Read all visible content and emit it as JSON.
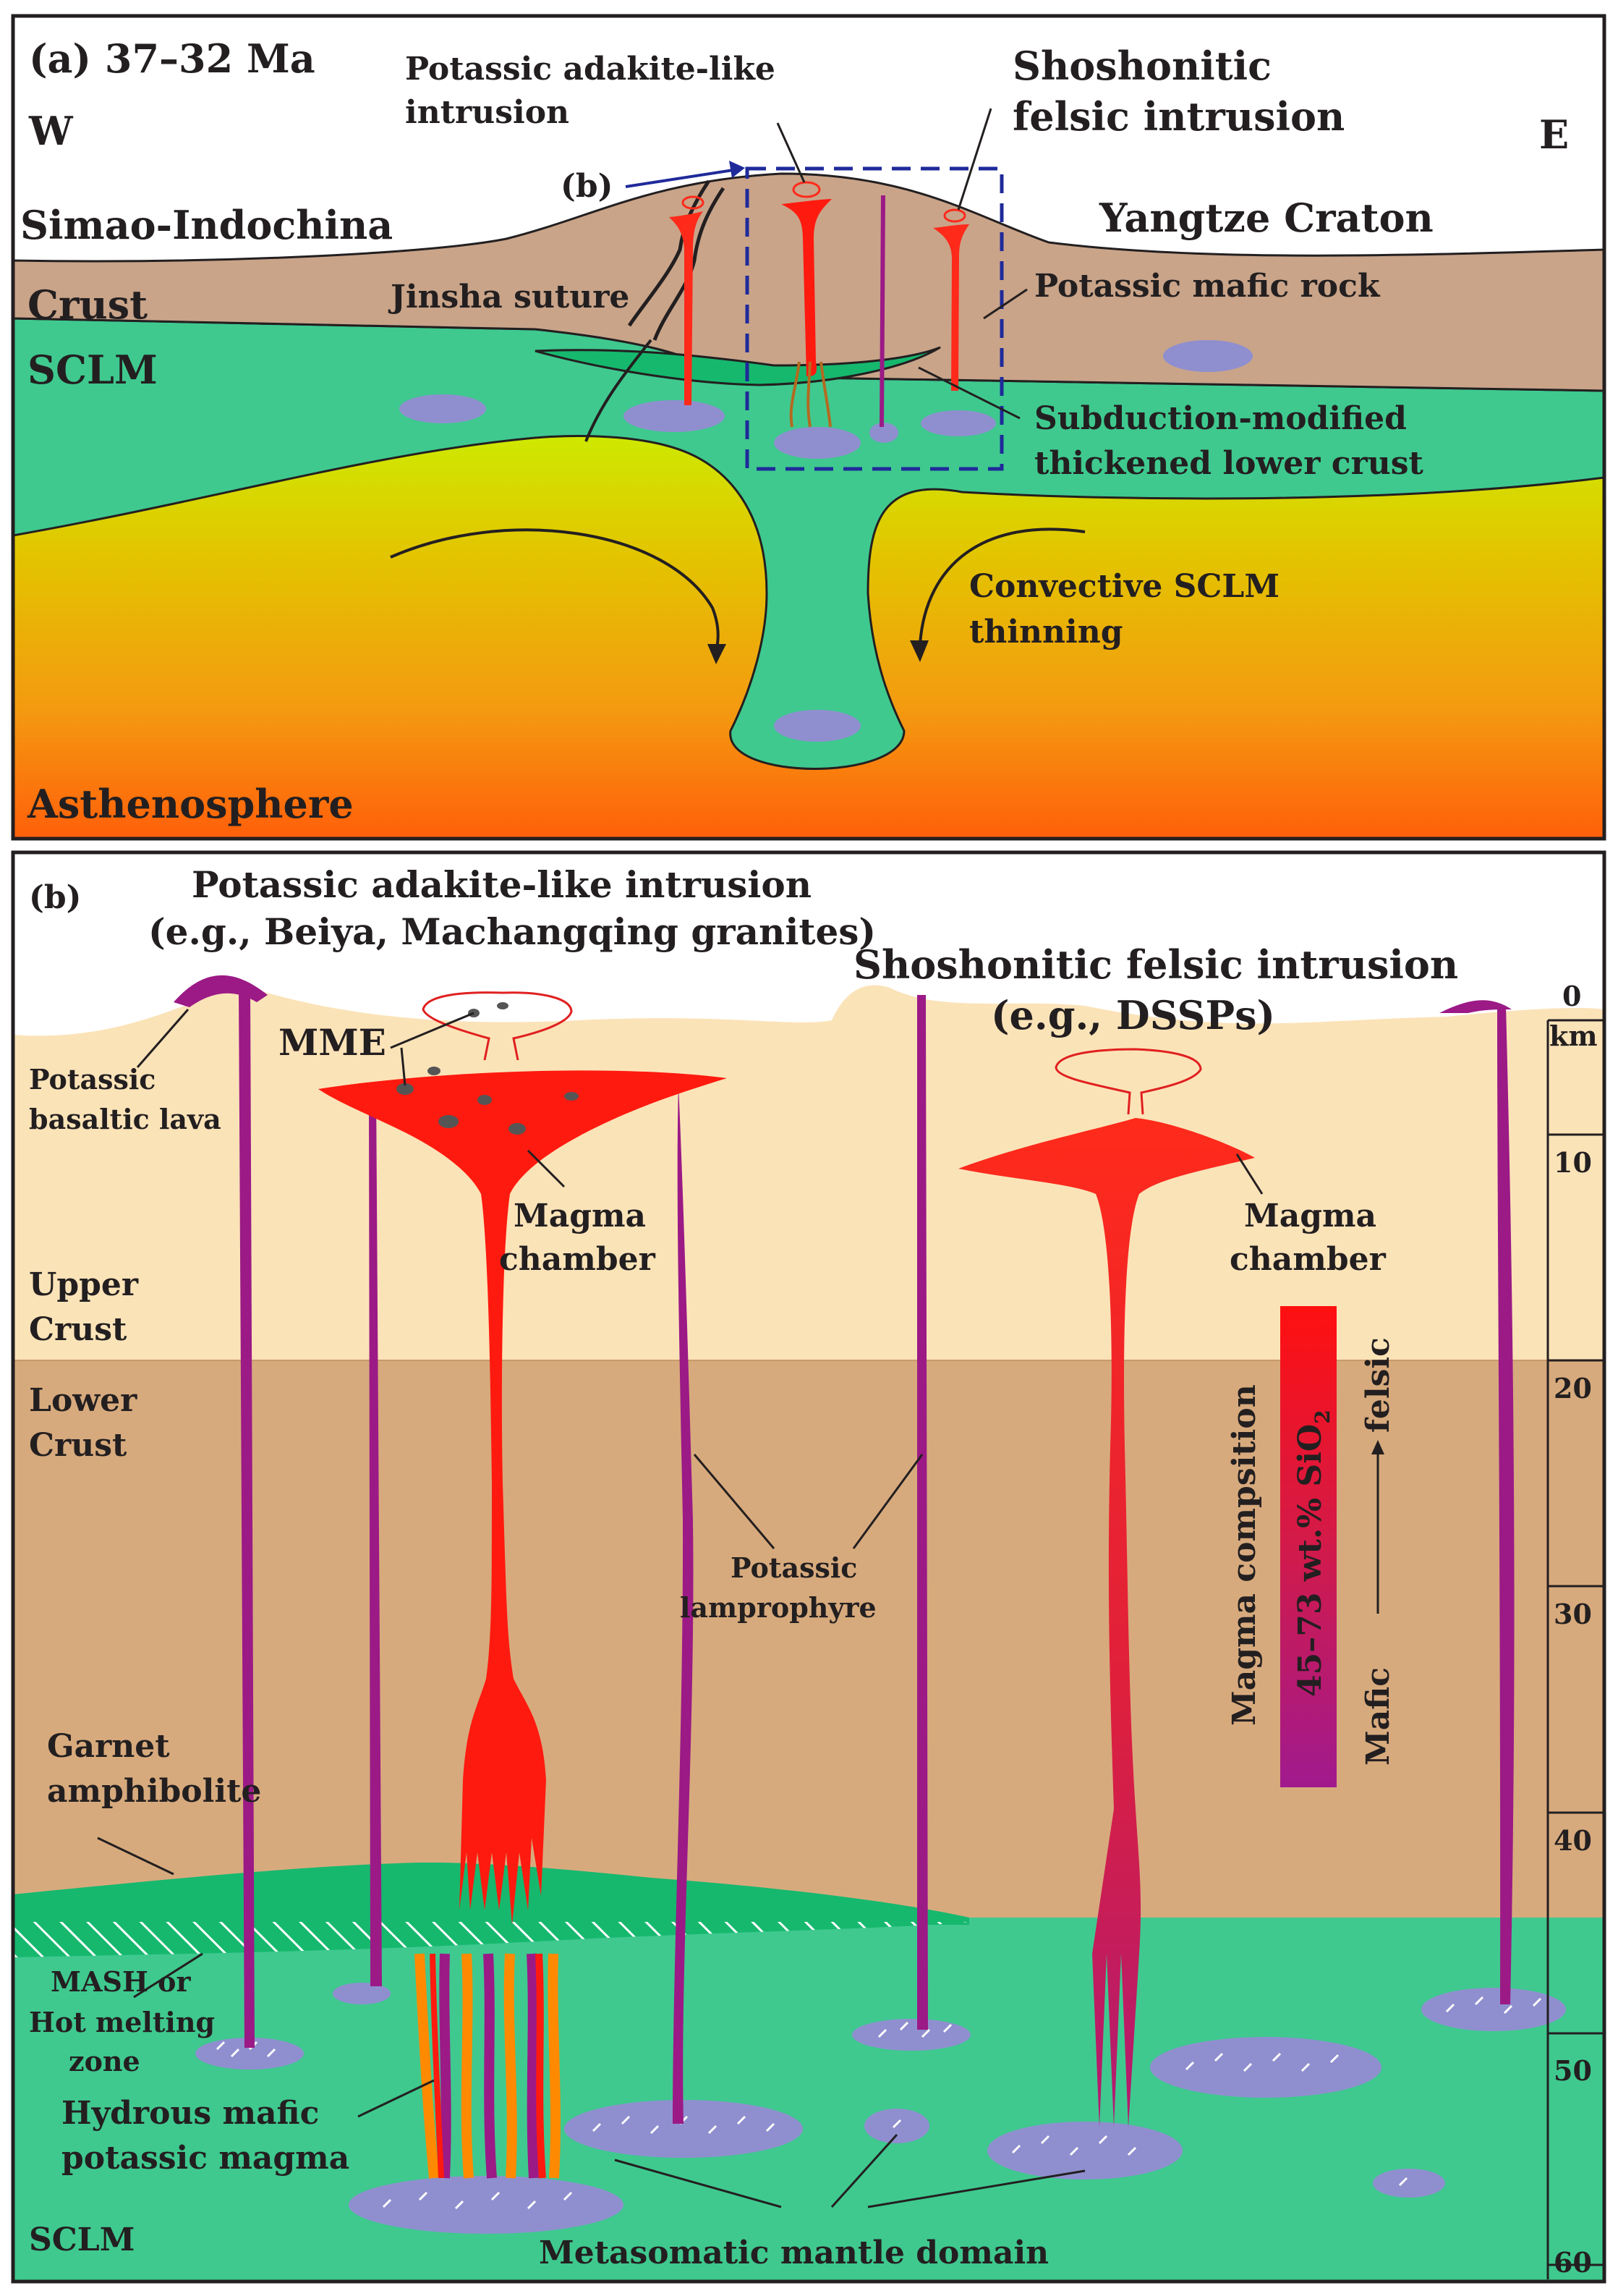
{
  "panel_a": {
    "label": "(a) 37–32 Ma",
    "west": "W",
    "east": "E",
    "left_block": "Simao-Indochina",
    "right_block": "Yangtze Craton",
    "crust": "Crust",
    "sclm": "SCLM",
    "asthenosphere": "Asthenosphere",
    "adakite_line1": "Potassic adakite-like",
    "adakite_line2": "intrusion",
    "shosh_line1": "Shoshonitic",
    "shosh_line2": "felsic intrusion",
    "b_marker": "(b)",
    "jinsha": "Jinsha suture",
    "mafic_rock": "Potassic mafic rock",
    "lower_crust_line1": "Subduction-modified",
    "lower_crust_line2": "thickened lower crust",
    "convective_line1": "Convective SCLM",
    "convective_line2": "thinning"
  },
  "panel_b": {
    "label": "(b)",
    "adakite_title_line1": "Potassic adakite-like intrusion",
    "adakite_title_line2": "(e.g., Beiya, Machangqing granites)",
    "shosh_title_line1": "Shoshonitic felsic intrusion",
    "shosh_title_line2": "(e.g., DSSPs)",
    "mme": "MME",
    "lava_line1": "Potassic",
    "lava_line2": "basaltic lava",
    "chamber_left_line1": "Magma",
    "chamber_left_line2": "chamber",
    "chamber_right_line1": "Magma",
    "chamber_right_line2": "chamber",
    "upper_crust_line1": "Upper",
    "upper_crust_line2": "Crust",
    "lower_crust_line1": "Lower",
    "lower_crust_line2": "Crust",
    "lamprophyre_line1": "Potassic",
    "lamprophyre_line2": "lamprophyre",
    "garnet_line1": "Garnet",
    "garnet_line2": "amphibolite",
    "mash_line1": "MASH or",
    "mash_line2": "Hot melting",
    "mash_line3": "zone",
    "hydrous_line1": "Hydrous mafic",
    "hydrous_line2": "potassic magma",
    "sclm": "SCLM",
    "metasomatic": "Metasomatic mantle domain",
    "legend_title": "Magma compsition",
    "legend_range_main": "45–73 wt.% SiO",
    "legend_range_sub": "2",
    "legend_felsic": "felsic",
    "legend_mafic": "Mafic",
    "depth_labels": [
      "0",
      "10",
      "20",
      "30",
      "40",
      "50",
      "60"
    ],
    "depth_unit": "km"
  },
  "colors": {
    "crust_a": "#c9a489",
    "sclm": "#3fc98f",
    "upper_crust": "#fbe3b8",
    "lower_crust": "#d7aa7d",
    "magma_red": "#ff1a0f",
    "lamprophyre": "#9b1a86",
    "domain": "#8f8fcf",
    "arrow_blue": "#1f2a9a"
  }
}
